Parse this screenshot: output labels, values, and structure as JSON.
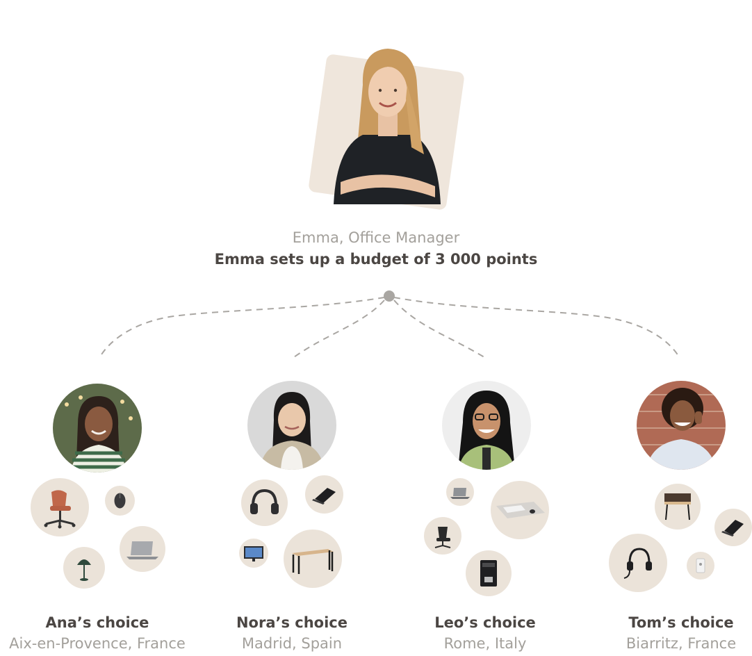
{
  "manager": {
    "role": "Emma, Office Manager",
    "headline": "Emma sets up a budget of 3 000 points"
  },
  "employees": [
    {
      "choice": "Ana’s choice",
      "location": "Aix-en-Provence, France",
      "items": [
        "office-chair-icon",
        "mouse-icon",
        "laptop-icon",
        "desk-lamp-icon"
      ]
    },
    {
      "choice": "Nora’s choice",
      "location": "Madrid, Spain",
      "items": [
        "headphones-icon",
        "laptop-icon",
        "monitor-icon",
        "desk-icon"
      ]
    },
    {
      "choice": "Leo’s choice",
      "location": "Rome, Italy",
      "items": [
        "laptop-icon",
        "keyboard-mousepad-icon",
        "office-chair-icon",
        "coffee-machine-icon"
      ]
    },
    {
      "choice": "Tom’s choice",
      "location": "Biarritz, France",
      "items": [
        "desk-icon",
        "laptop-icon",
        "headset-icon",
        "charger-icon"
      ]
    }
  ],
  "colors": {
    "card_bg": "#efe6dc",
    "item_bg": "#ebe3d9",
    "heading": "#4b4643",
    "muted": "#a3a09b",
    "connector": "#a9a6a2"
  }
}
